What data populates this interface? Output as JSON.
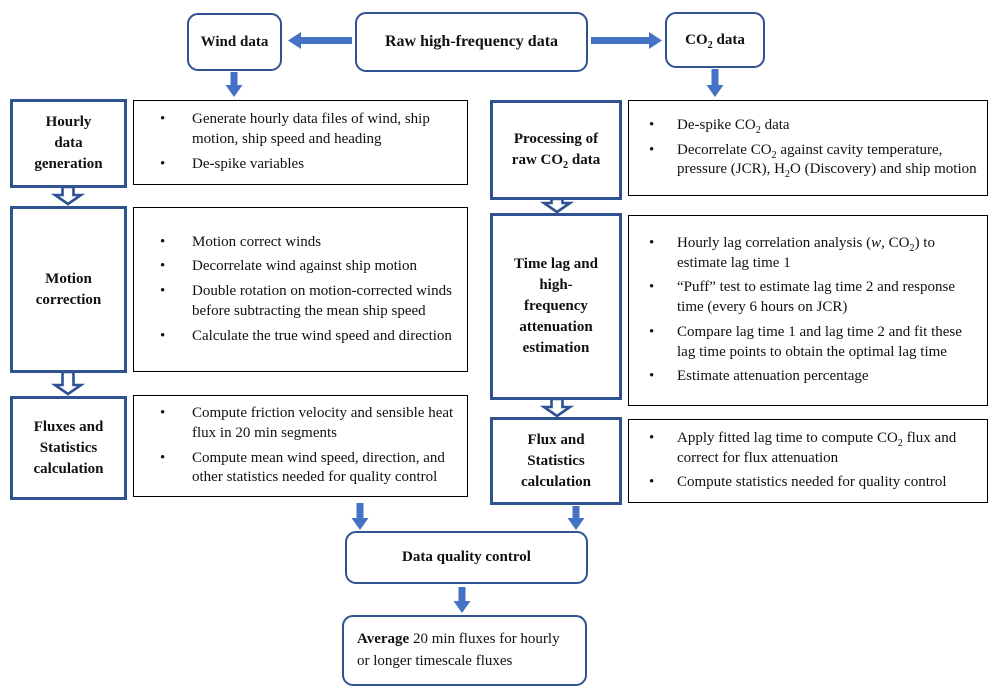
{
  "colors": {
    "stage_border": "#2F5291",
    "arrow_solid": "#4472C4",
    "detail_border": "#000000"
  },
  "top": {
    "wind_label": "Wind data",
    "raw_label": "Raw high-frequency data",
    "co2_segments": [
      {
        "t": "CO"
      },
      {
        "t": "2",
        "sub": true
      },
      {
        "t": " data"
      }
    ]
  },
  "left_column": {
    "stages": [
      {
        "title": "Hourly data generation",
        "bullets": [
          [
            {
              "t": "Generate hourly data files of wind, ship motion, ship speed and heading"
            }
          ],
          [
            {
              "t": "De-spike variables"
            }
          ]
        ]
      },
      {
        "title": "Motion correction",
        "bullets": [
          [
            {
              "t": "Motion correct winds"
            }
          ],
          [
            {
              "t": "Decorrelate wind against ship motion"
            }
          ],
          [
            {
              "t": "Double rotation on motion-corrected winds before subtracting the mean ship speed"
            }
          ],
          [
            {
              "t": "Calculate the true wind speed and direction"
            }
          ]
        ]
      },
      {
        "title": "Fluxes and Statistics calculation",
        "bullets": [
          [
            {
              "t": "Compute friction velocity and sensible heat flux in 20 min segments"
            }
          ],
          [
            {
              "t": "Compute mean wind speed, direction, and other statistics needed for quality control"
            }
          ]
        ]
      }
    ]
  },
  "right_column": {
    "stages": [
      {
        "title_segments": [
          {
            "t": "Processing of raw CO"
          },
          {
            "t": "2",
            "sub": true
          },
          {
            "t": " data"
          }
        ],
        "bullets": [
          [
            {
              "t": "De-spike CO"
            },
            {
              "t": "2",
              "sub": true
            },
            {
              "t": " data"
            }
          ],
          [
            {
              "t": "Decorrelate CO"
            },
            {
              "t": "2",
              "sub": true
            },
            {
              "t": " against cavity temperature, pressure (JCR), H"
            },
            {
              "t": "2",
              "sub": true
            },
            {
              "t": "O (Discovery) and ship motion"
            }
          ]
        ]
      },
      {
        "title_segments": [
          {
            "t": "Time lag and high-frequency attenuation estimation"
          }
        ],
        "bullets": [
          [
            {
              "t": "Hourly lag correlation analysis ("
            },
            {
              "t": "w",
              "i": true
            },
            {
              "t": ", CO"
            },
            {
              "t": "2",
              "sub": true
            },
            {
              "t": ") to estimate lag time 1"
            }
          ],
          [
            {
              "t": "“Puff” test to estimate lag time 2 and response time (every 6 hours on JCR)"
            }
          ],
          [
            {
              "t": "Compare lag time 1 and lag time 2 and fit these lag time points to obtain the optimal lag time"
            }
          ],
          [
            {
              "t": "Estimate attenuation percentage"
            }
          ]
        ]
      },
      {
        "title_segments": [
          {
            "t": "Flux and Statistics calculation"
          }
        ],
        "bullets": [
          [
            {
              "t": "Apply fitted lag time to compute CO"
            },
            {
              "t": "2",
              "sub": true
            },
            {
              "t": " flux and correct for flux attenuation"
            }
          ],
          [
            {
              "t": "Compute statistics needed for quality control"
            }
          ]
        ]
      }
    ]
  },
  "bottom": {
    "quality_label": "Data quality control",
    "average_segments": [
      {
        "t": "Average",
        "b": true
      },
      {
        "t": " 20 min fluxes for hourly or longer timescale fluxes"
      }
    ]
  }
}
